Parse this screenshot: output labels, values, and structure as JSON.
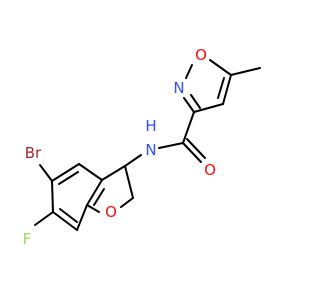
{
  "molecule": {
    "atoms": {
      "isoxazole_o": {
        "label": "O",
        "color": "#ff0d0d"
      },
      "isoxazole_n": {
        "label": "N",
        "color": "#3050f8"
      },
      "amide_n": {
        "label": "N",
        "color": "#3050f8"
      },
      "amide_h": {
        "label": "H",
        "color": "#3050f8"
      },
      "carbonyl_o": {
        "label": "O",
        "color": "#ff0d0d"
      },
      "bromine": {
        "label": "Br",
        "color": "#a62929"
      },
      "fluorine": {
        "label": "F",
        "color": "#90e050"
      },
      "furan_o": {
        "label": "O",
        "color": "#ff0d0d"
      }
    },
    "bond_color": "#000000"
  }
}
